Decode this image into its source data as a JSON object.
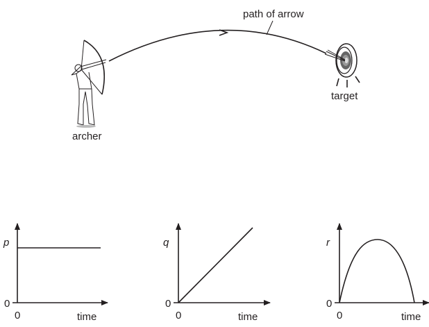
{
  "scene": {
    "path_label": "path of arrow",
    "archer_label": "archer",
    "target_label": "target"
  },
  "graphs": [
    {
      "y_label": "p",
      "x_label": "time",
      "origin_x": "0",
      "origin_y": "0",
      "shape": "constant"
    },
    {
      "y_label": "q",
      "x_label": "time",
      "origin_x": "0",
      "origin_y": "0",
      "shape": "linear-increasing"
    },
    {
      "y_label": "r",
      "x_label": "time",
      "origin_x": "0",
      "origin_y": "0",
      "shape": "parabola-rise-fall"
    }
  ]
}
